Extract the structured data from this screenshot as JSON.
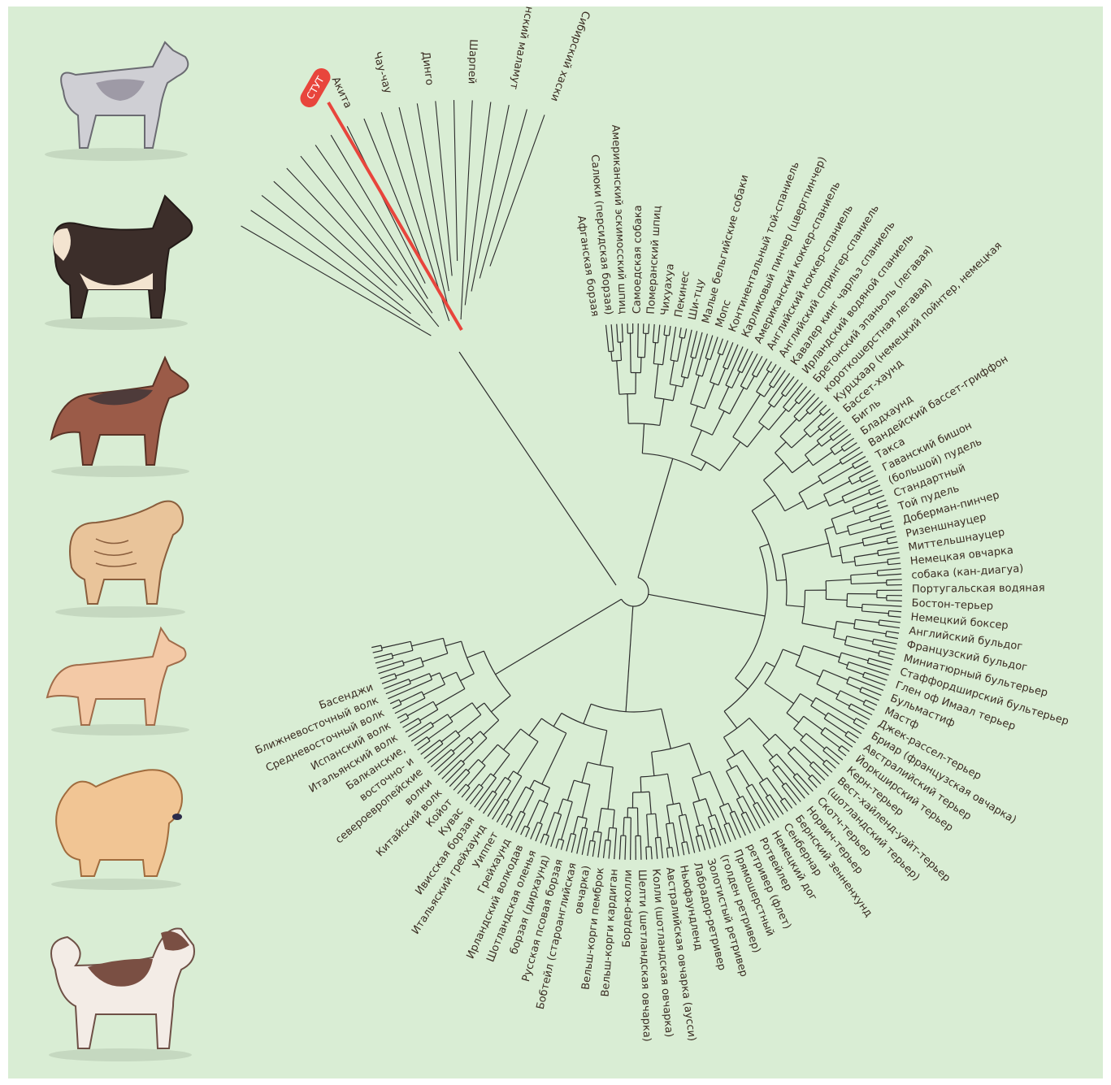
{
  "colors": {
    "background": "#d9edd4",
    "branch": "#2c2c2c",
    "label": "#3a2c22",
    "highlight": "#e8453c"
  },
  "marker": {
    "label": "СТУТ"
  },
  "dog_icons": [
    "husky-icon",
    "malamute-icon",
    "dingo-icon",
    "sharpei-icon",
    "canaan-dog-icon",
    "chow-chow-icon",
    "akita-icon"
  ],
  "labels": [
    "Сибирский хаски",
    "Аляскинский маламут",
    "Шарпей",
    "Динго",
    "Чау-чау",
    "Акита",
    "Басенджи",
    "Ближневосточный волк",
    "Средневосточный волк",
    "Испанский волк",
    "Итальянский волк",
    "Балканские,",
    "восточно- и",
    "североевропейские",
    "волки",
    "Китайский волк",
    "Койот",
    "Кувас",
    "Ивисская борзая",
    "Итальяский грейхаунд",
    "Уиппет",
    "Грейхаунд",
    "Ирландский волкодав",
    "Шотландская оленья",
    "борзая (дирхаунд)",
    "Русская псовая борзая",
    "Бобтейл (староанглийская",
    "овчарка)",
    "Вельш-корги пемброк",
    "Вельш-корги кардиган",
    "Бордер-колли",
    "Шелти (шетландская овчарка)",
    "Колли (шотландская овчарка)",
    "Австралийская овчарка (аусси)",
    "Ньюфаундленд",
    "Лабрадор-ретривер",
    "Золотистый ретривер",
    "(голден ретривер)",
    "Прямошерстный",
    "ретривер (флет)",
    "Ротвейлер",
    "Немецкий дог",
    "Сенбернар",
    "Бернский зенненхунд",
    "Норвич-терьер",
    "Скотч-терьер",
    "(шотландский терьер)",
    "Вест-хайленд-уайт-терьер",
    "Керн-терьер",
    "Йоркширский терьер",
    "Австралийский терьер",
    "Бриар (французская овчарка)",
    "Джек-рассел-терьер",
    "Мастф",
    "Бульмастиф",
    "Глен оф Имаал терьер",
    "Стаффордширский бультерьер",
    "Миниатюрный бультерьер",
    "Французский бульдог",
    "Английский бульдог",
    "Немецкий боксер",
    "Бостон-терьер",
    "Португальская водяная",
    "собака (кан-диагуа)",
    "Немецкая овчарка",
    "Миттельшнауцер",
    "Ризеншнауцер",
    "Доберман-пинчер",
    "Той пудель",
    "Стандартный",
    "(большой) пудель",
    "Гаванский бишон",
    "Такса",
    "Вандейский бассет-гриффон",
    "Бладхаунд",
    "Бигль",
    "Бассет-хаунд",
    "Курцхаар (немецкий пойнтер, немецкая",
    "короткошерстная легавая)",
    "Бретонский эпаньоль (легавая)",
    "Ирландский водяной спаниель",
    "Кавалер кинг чарльз спаниель",
    "Английский спрингер-спаниель",
    "Английский коккер-спаниель",
    "Американский коккер-спаниель",
    "Карликовый пинчер (цвергпинчер)",
    "Континентальный той-спаниель",
    "Мопс",
    "Малые бельгийские собаки",
    "Ши-тцу",
    "Пекинес",
    "Чихуахуа",
    "Померанский шпиц",
    "Самоедская собака",
    "Американский эскимосский шпиц",
    "Салюки (персидская борзая)",
    "Афганская борзая"
  ]
}
